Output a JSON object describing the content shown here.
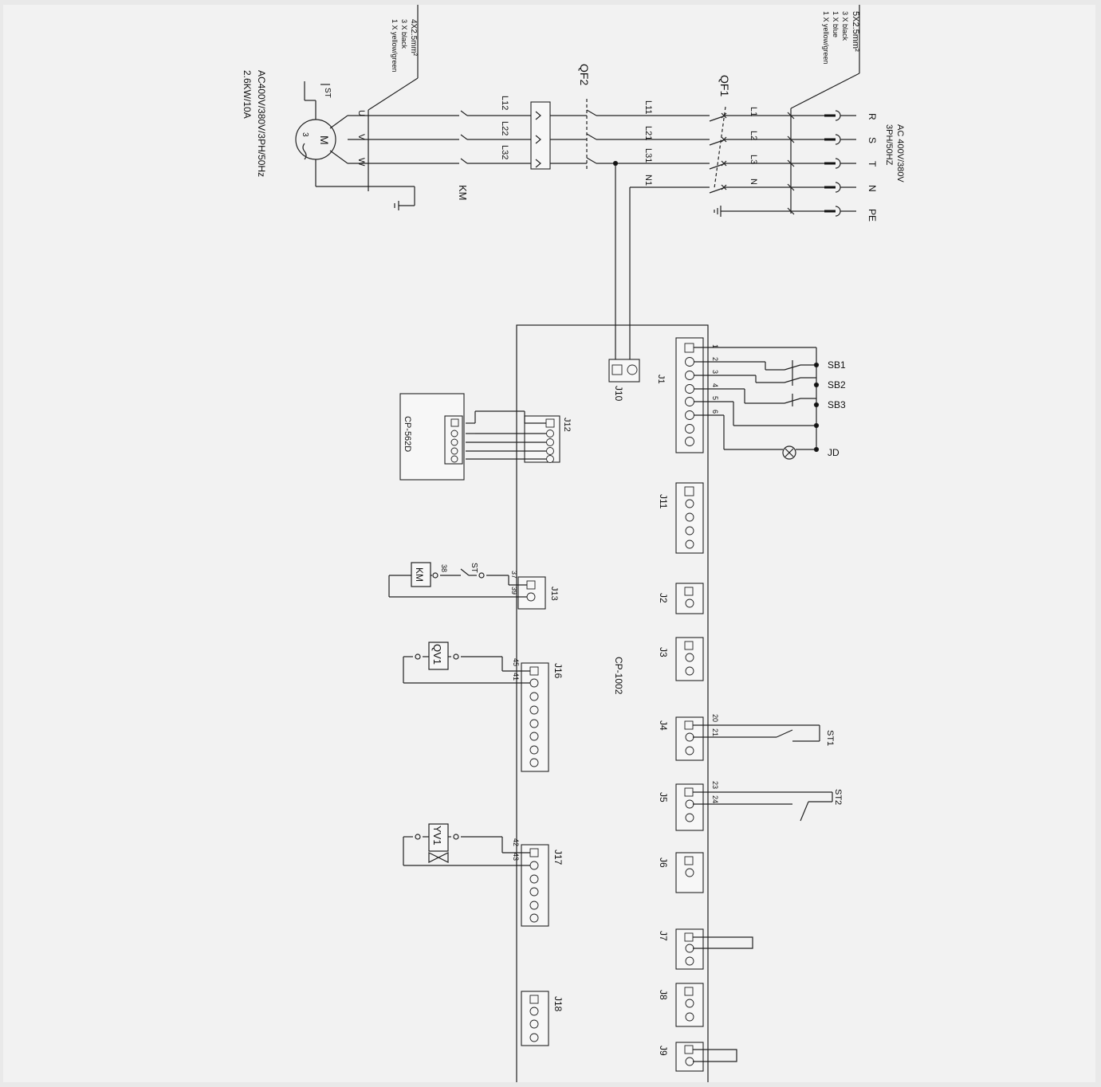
{
  "supply": {
    "cable": [
      "5X2.5mm²",
      "3 X black",
      "1 X blue",
      "1 X yellow/green"
    ],
    "spec": [
      "AC 400V/380V",
      "3PH/50HZ"
    ],
    "phases": [
      "R",
      "S",
      "T",
      "N",
      "PE"
    ]
  },
  "motor_cable": [
    "4X2.5mm²",
    "3 X black",
    "1 X yellow/green"
  ],
  "motor_spec": [
    "AC400V/380V/3PH/50Hz",
    "2.6KW/10A"
  ],
  "motor": {
    "symbol": "M",
    "phase": "3",
    "terminals": [
      "U",
      "V",
      "W"
    ],
    "thermal": "ST"
  },
  "breakers": {
    "qf1": "QF1",
    "qf2": "QF2",
    "contactor": "KM"
  },
  "wire_labels": {
    "qf1_out": [
      "L1",
      "L2",
      "L3",
      "N"
    ],
    "qf2_in": [
      "L11",
      "L21",
      "L31",
      "N1"
    ],
    "km_in": [
      "L12",
      "L22",
      "L32"
    ]
  },
  "controller": {
    "label": "CP-1002"
  },
  "connectors": {
    "j1": "J1",
    "j10": "J10",
    "j11": "J11",
    "j12": "J12",
    "j2": "J2",
    "j3": "J3",
    "j4": "J4",
    "j5": "J5",
    "j6": "J6",
    "j7": "J7",
    "j8": "J8",
    "j9": "J9",
    "j13": "J13",
    "j16": "J16",
    "j17": "J17",
    "j18": "J18"
  },
  "j1_pins": [
    "1",
    "2",
    "3",
    "4",
    "5",
    "6"
  ],
  "switches": [
    "SB1",
    "SB2",
    "SB3"
  ],
  "lamp": "JD",
  "display": {
    "model": "CP-562D"
  },
  "j13_pins": [
    "37",
    "39"
  ],
  "j13_load": {
    "thermal": "ST",
    "coil": "KM",
    "pin": "38"
  },
  "j16_pins": [
    "45",
    "41"
  ],
  "j16_load": "QV1",
  "j17_pins": [
    "42",
    "43"
  ],
  "j17_load": "YV1",
  "j4_pins": [
    "20",
    "21"
  ],
  "j4_sensor": "ST1",
  "j5_pins": [
    "23",
    "24"
  ],
  "j5_sensor": "ST2"
}
